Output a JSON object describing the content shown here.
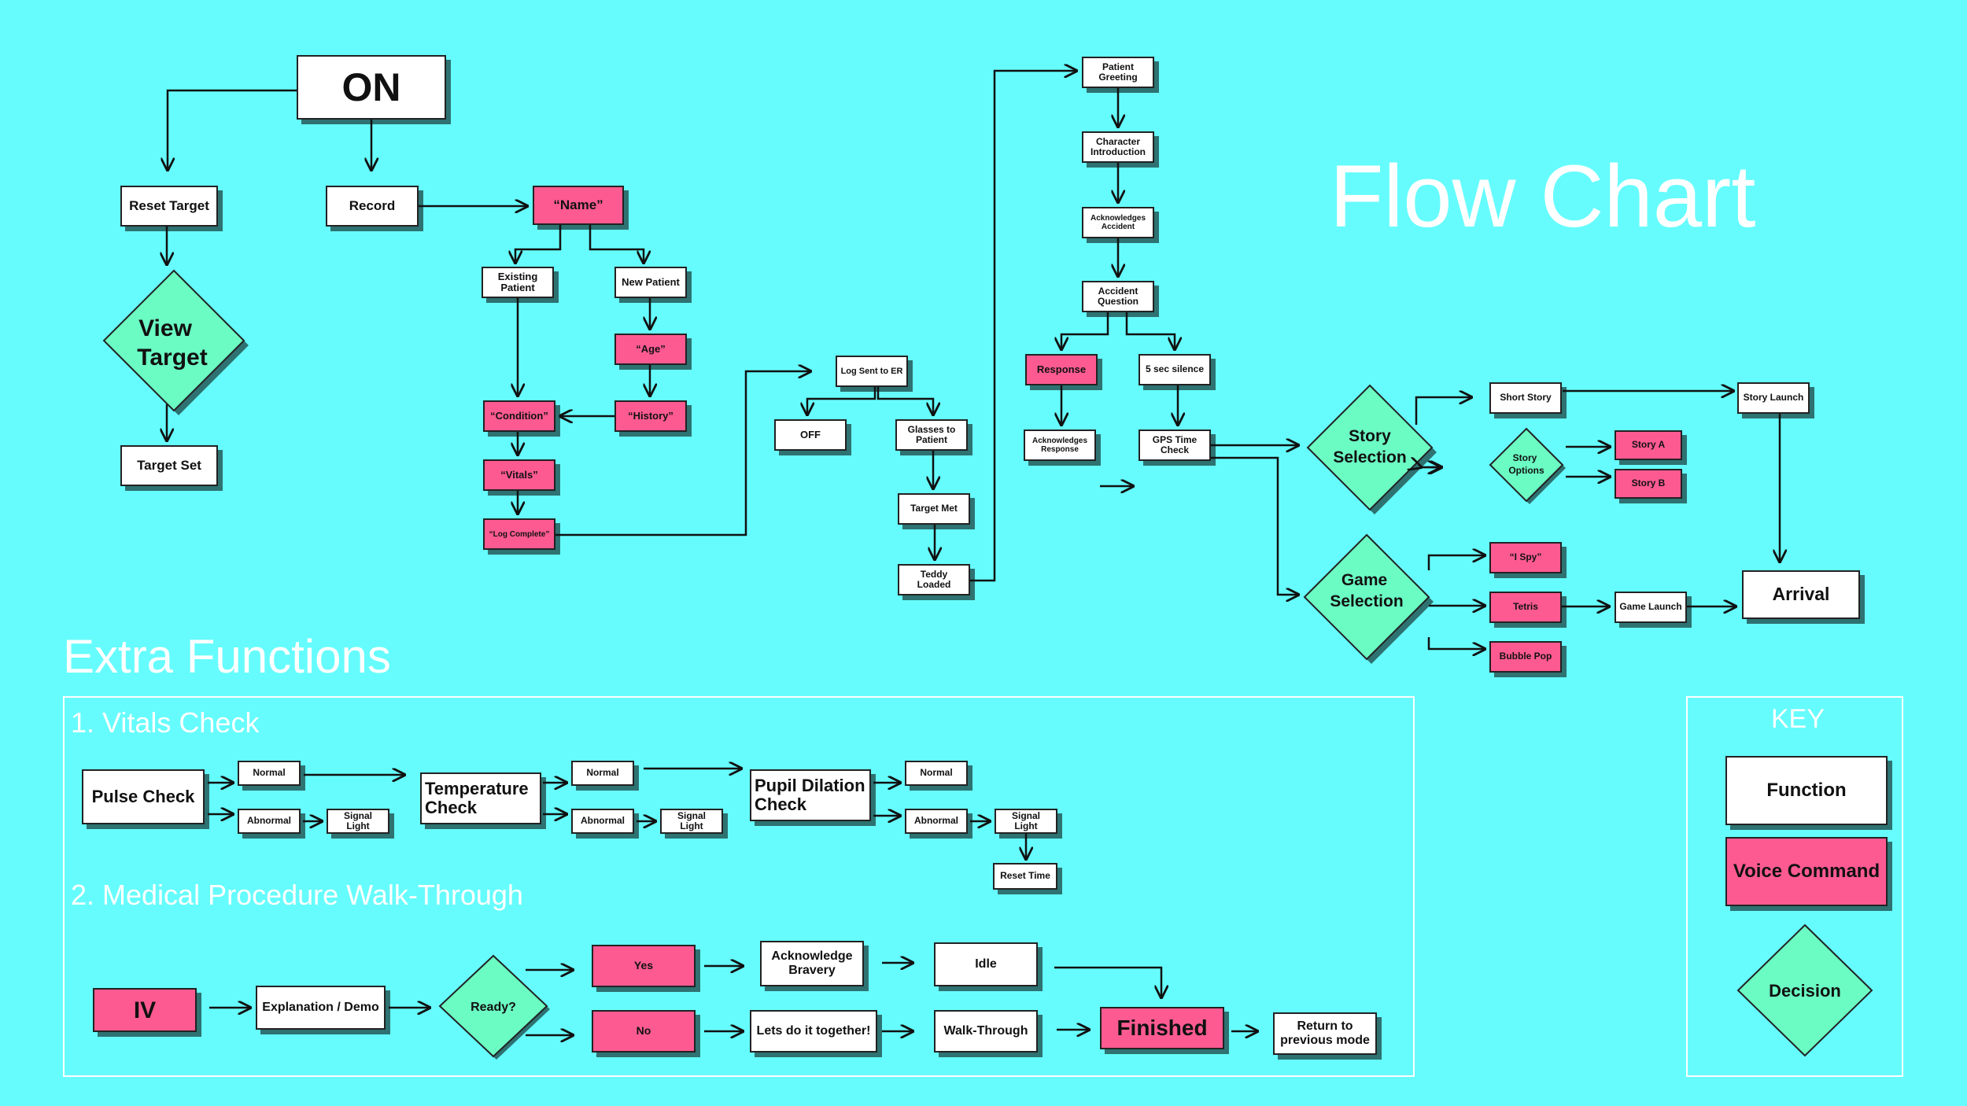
{
  "title": "Flow Chart",
  "colors": {
    "background": "#66fcfd",
    "function": "#ffffff",
    "voice_command": "#fd5a92",
    "decision": "#6bfcc4"
  },
  "main": {
    "on": "ON",
    "reset_target": "Reset Target",
    "view_target": [
      "View",
      "Target"
    ],
    "target_set": "Target Set",
    "record": "Record",
    "name": "“Name”",
    "existing_patient": "Existing Patient",
    "new_patient": "New Patient",
    "age": "“Age”",
    "history": "“History”",
    "condition": "“Condition”",
    "vitals": "“Vitals”",
    "log_complete": "“Log Complete”",
    "log_sent": "Log Sent to ER",
    "off": "OFF",
    "glasses": "Glasses to Patient",
    "target_met": "Target Met",
    "teddy": "Teddy Loaded",
    "patient_greeting": "Patient Greeting",
    "character_intro": "Character Introduction",
    "ack_accident": "Acknowledges Accident",
    "accident_question": "Accident Question",
    "response": "Response",
    "silence": "5 sec silence",
    "ack_response": "Acknowledges Response",
    "gps": "GPS Time Check",
    "story_selection": [
      "Story",
      "Selection"
    ],
    "game_selection": [
      "Game",
      "Selection"
    ],
    "short_story": "Short Story",
    "story_options": [
      "Story",
      "Options"
    ],
    "story_a": "Story A",
    "story_b": "Story B",
    "story_launch": "Story Launch",
    "i_spy": "“I Spy”",
    "tetris": "Tetris",
    "bubble_pop": "Bubble Pop",
    "game_launch": "Game Launch",
    "arrival": "Arrival"
  },
  "extra": {
    "title": "Extra Functions",
    "vitals_title": "1. Vitals Check",
    "pulse": "Pulse Check",
    "temperature": "Temperature Check",
    "pupil": "Pupil Dilation Check",
    "normal": "Normal",
    "abnormal": "Abnormal",
    "signal": "Signal Light",
    "reset_time": "Reset Time",
    "medical_title": "2. Medical Procedure Walk-Through",
    "iv": "IV",
    "explanation": "Explanation / Demo",
    "ready": "Ready?",
    "yes": "Yes",
    "no": "No",
    "ack_bravery": "Acknowledge Bravery",
    "together": "Lets do it together!",
    "idle": "Idle",
    "walk": "Walk-Through",
    "finished": "Finished",
    "return": "Return to previous mode"
  },
  "key": {
    "title": "KEY",
    "function": "Function",
    "voice": "Voice Command",
    "decision": "Decision"
  }
}
